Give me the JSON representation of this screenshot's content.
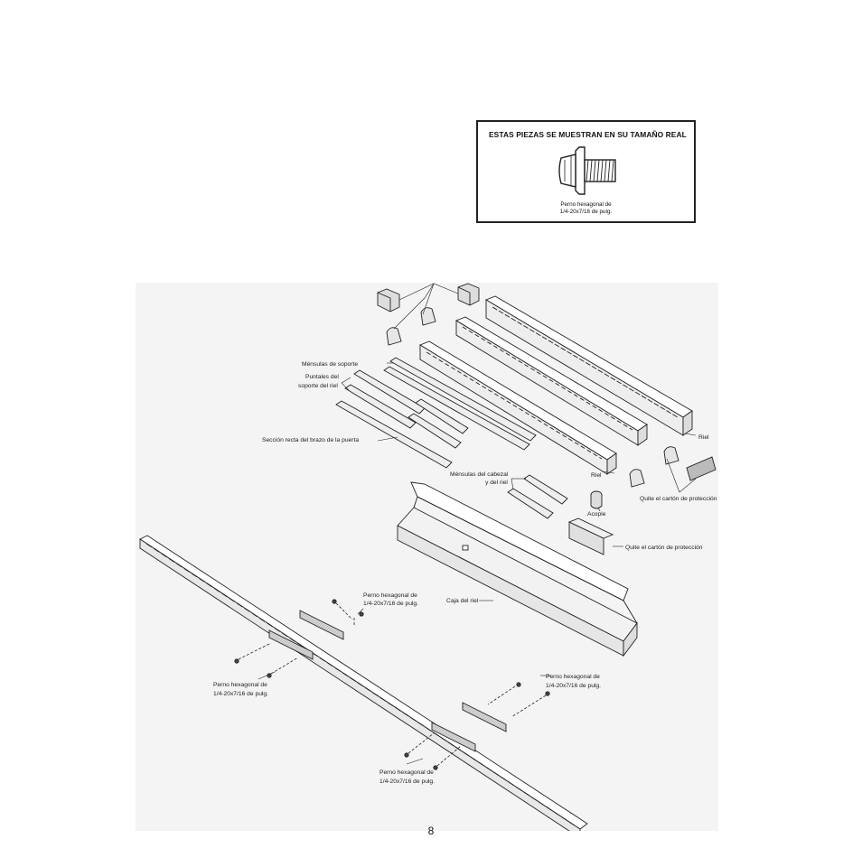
{
  "actual_size_box": {
    "title": "ESTAS PIEZAS SE MUESTRAN EN SU TAMAÑO REAL",
    "bolt_label_line1": "Perno hexagonal de",
    "bolt_label_line2": "1/4-20x7/16 de pulg."
  },
  "diagram": {
    "labels": {
      "mensulas_soporte": "Ménsulas de soporte",
      "puntales_1": "Puntales del",
      "puntales_2": "soporte del riel",
      "seccion_recta": "Sección recta del brazo de la puerta",
      "riel_1": "Riel",
      "riel_2": "Riel",
      "mensulas_cabezal_1": "Ménsulas del cabezal",
      "mensulas_cabezal_2": "y del riel",
      "quite_carton_1": "Quite el cartón de protección",
      "acople": "Acople",
      "quite_carton_2": "Quite el cartón de protección",
      "caja_riel": "Caja del riel",
      "perno_a_1": "Perno hexagonal de",
      "perno_a_2": "1/4-20x7/16 de pulg.",
      "perno_b_1": "Perno hexagonal de",
      "perno_b_2": "1/4-20x7/16 de pulg.",
      "perno_c_1": "Perno hexagonal de",
      "perno_c_2": "1/4-20x7/16 de pulg.",
      "perno_d_1": "Perno hexagonal de",
      "perno_d_2": "1/4-20x7/16 de pulg."
    }
  },
  "page_number": "8"
}
